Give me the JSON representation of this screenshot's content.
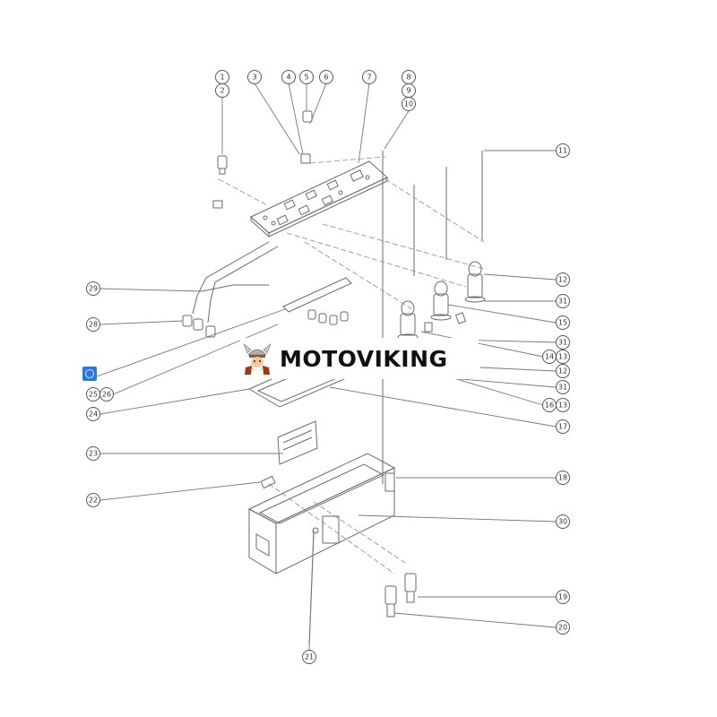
{
  "brand": {
    "name": "MOTOVIKING"
  },
  "callouts": [
    "1",
    "2",
    "3",
    "4",
    "5",
    "6",
    "7",
    "8",
    "9",
    "10",
    "11",
    "12",
    "31",
    "15",
    "31",
    "14",
    "13",
    "12",
    "31",
    "16",
    "13",
    "17",
    "18",
    "30",
    "19",
    "20",
    "21",
    "22",
    "23",
    "24",
    "25",
    "26",
    "28",
    "29"
  ]
}
